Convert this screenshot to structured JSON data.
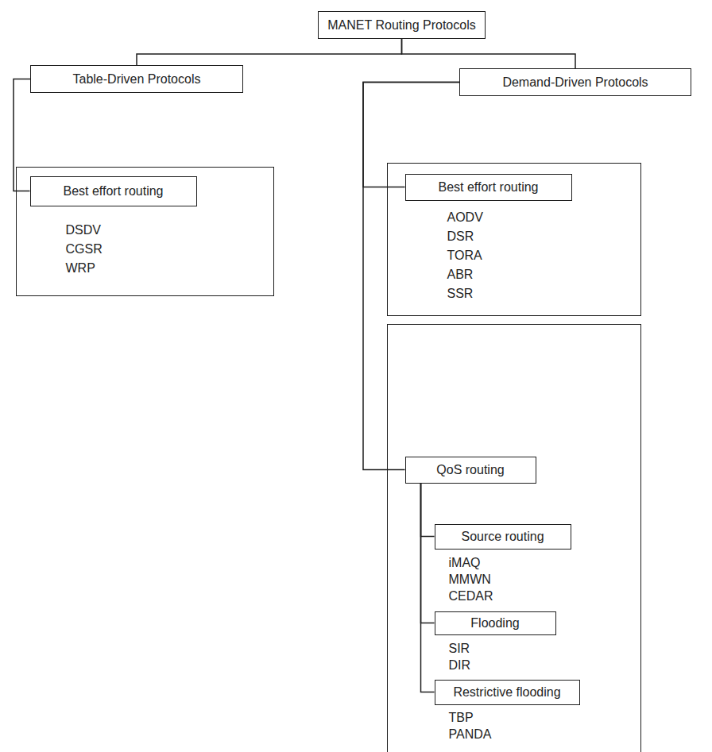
{
  "diagram": {
    "nodes": [
      {
        "text": [
          "MANET Routing Protocols"
        ]
      },
      {
        "text": [
          "Table-Driven Protocols"
        ]
      },
      {
        "text": [
          "Demand-Driven Protocols"
        ]
      },
      {
        "text": [
          "DSDV CGSR WRP"
        ]
      },
      {
        "text": [
          "Best effort routing"
        ],
        "in": 3
      },
      {
        "text": [
          "AODV DSR TORA ABR SSR"
        ]
      },
      {
        "text": [
          "Best effort routing"
        ],
        "in": 5
      },
      {
        "text": [
          "iMAQ MMWN CEDAR",
          "SIR DIR",
          "TBP PANDA"
        ]
      },
      {
        "text": [
          "QoS routing"
        ],
        "in": 7
      },
      {
        "text": [
          "Source routing"
        ],
        "in": 7
      },
      {
        "text": [
          "Flooding"
        ],
        "in": 7
      },
      {
        "text": [
          "Restrictive flooding"
        ],
        "in": 7
      }
    ],
    "edges": [
      {
        "from": 0,
        "to": 1,
        "arrow": "none"
      },
      {
        "from": 0,
        "to": 2,
        "arrow": "none"
      },
      {
        "from": 1,
        "to": 4,
        "arrow": "none"
      },
      {
        "from": 2,
        "to": 6,
        "arrow": "none"
      },
      {
        "from": 2,
        "to": 8,
        "arrow": "none"
      },
      {
        "from": 8,
        "to": 9,
        "arrow": "none"
      },
      {
        "from": 8,
        "to": 10,
        "arrow": "none"
      },
      {
        "from": 8,
        "to": 11,
        "arrow": "none"
      }
    ]
  }
}
